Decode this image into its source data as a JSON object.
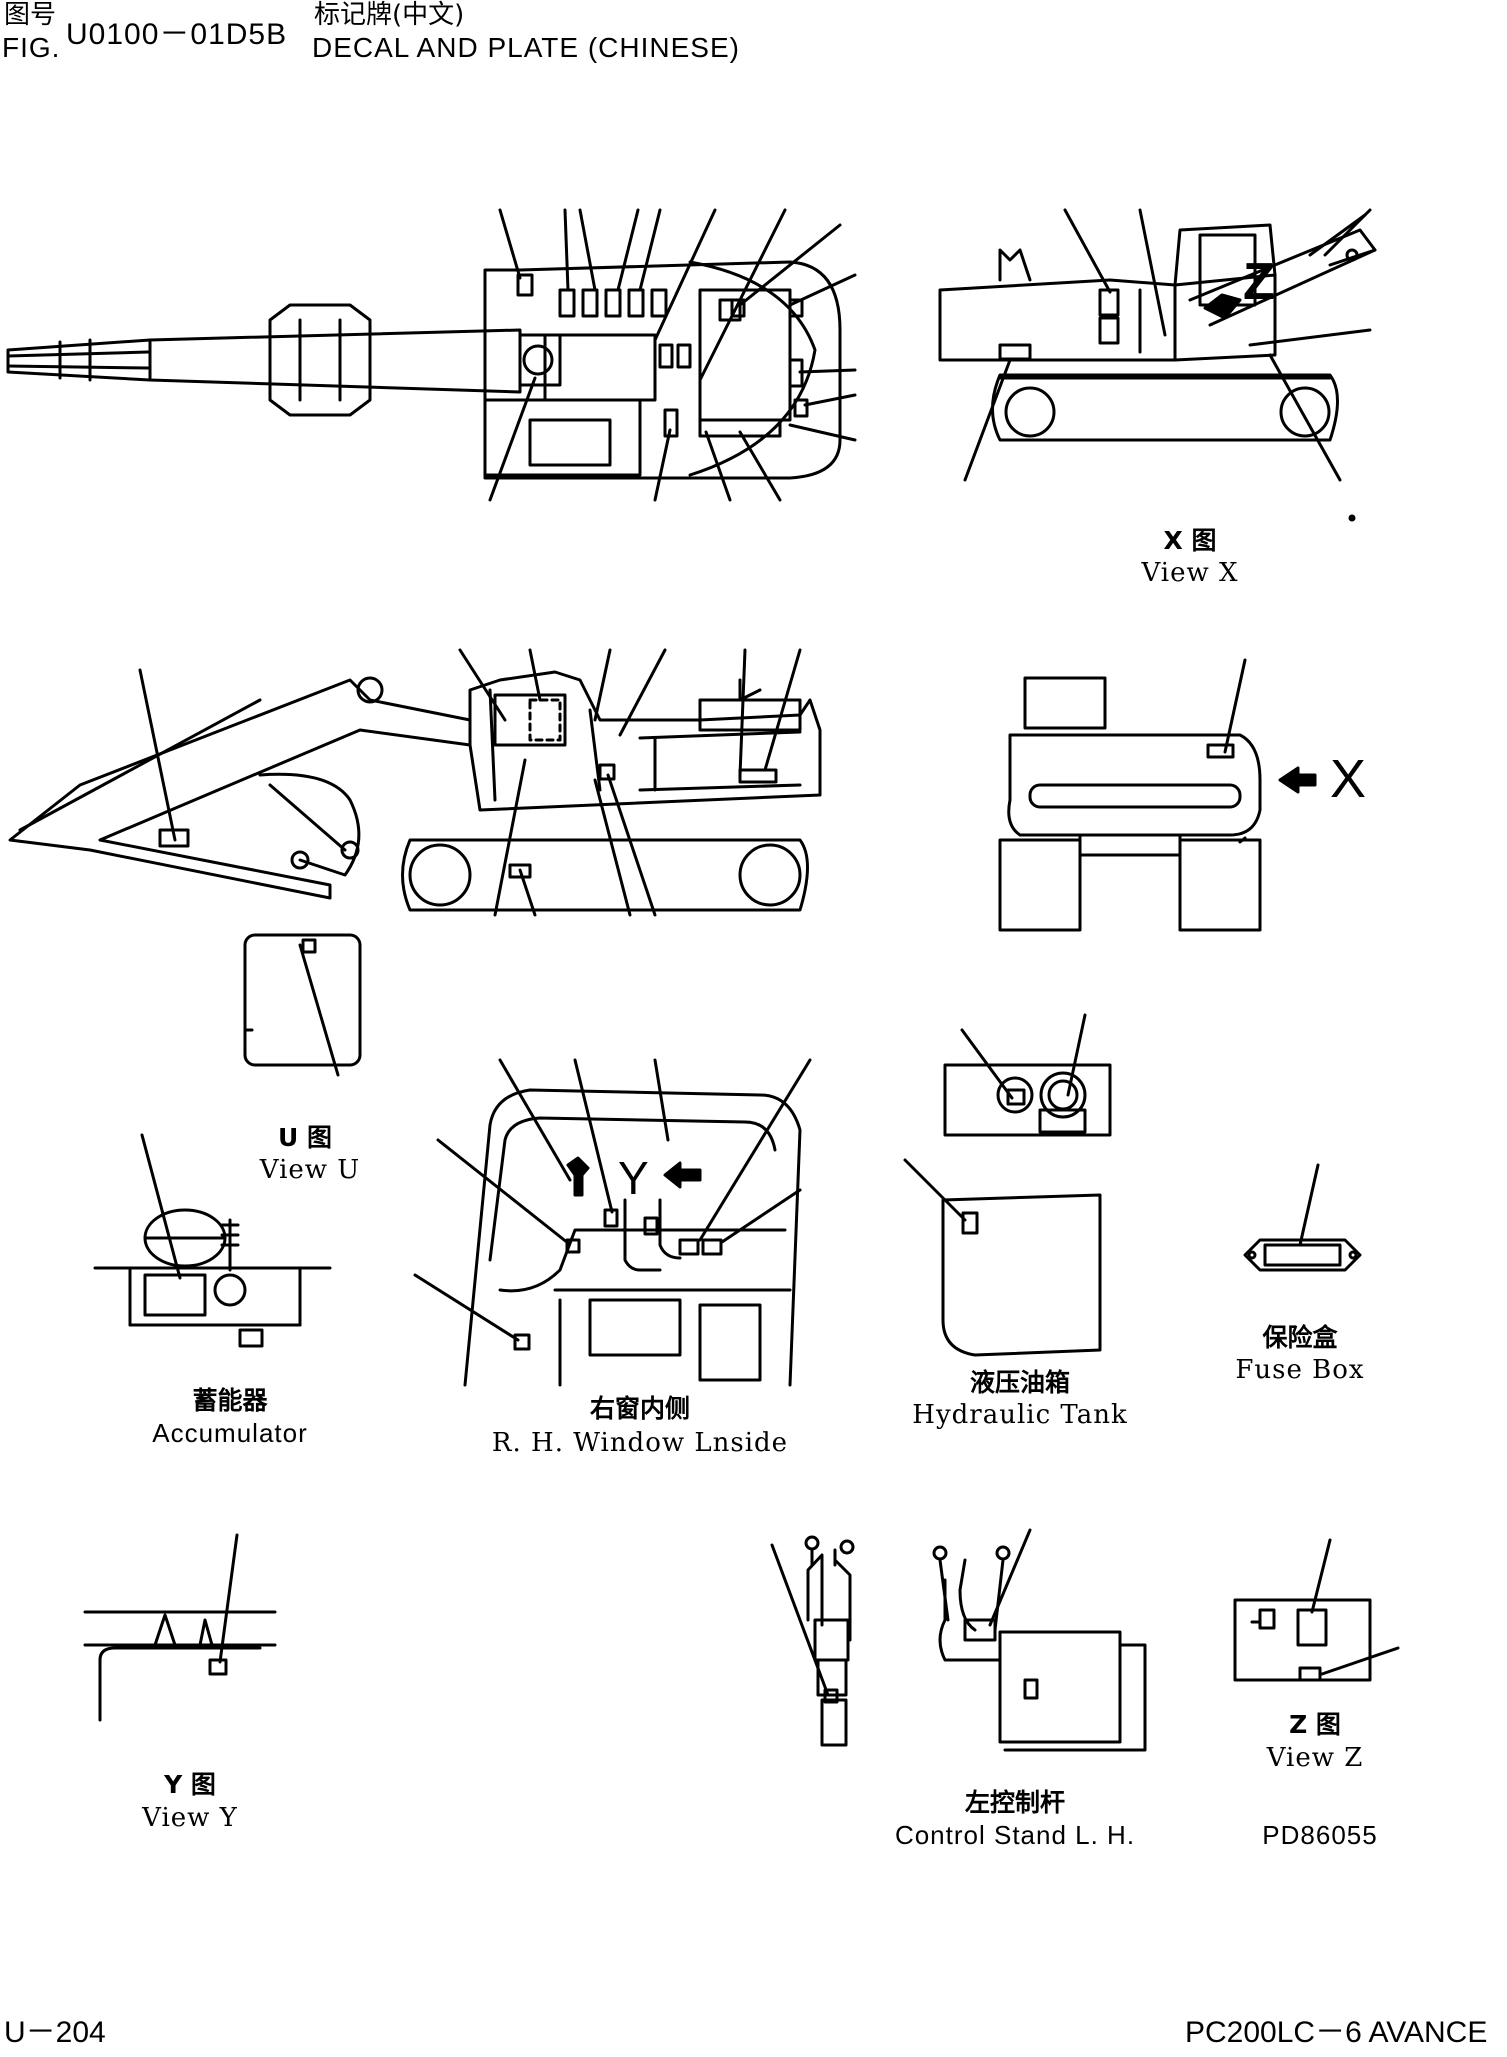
{
  "header": {
    "fig_label_cn": "图号",
    "fig_label_en": "FIG.",
    "fig_code": "U0100－01D5B",
    "title_cn": "标记牌(中文)",
    "title_en": "DECAL AND PLATE (CHINESE)"
  },
  "captions": {
    "view_x_cn": "X 图",
    "view_x_en": "View X",
    "view_u_cn": "U 图",
    "view_u_en": "View U",
    "accumulator_cn": "蓄能器",
    "accumulator_en": "Accumulator",
    "window_cn": "右窗内侧",
    "window_en": "R. H. Window Lnside",
    "hyd_tank_cn": "液压油箱",
    "hyd_tank_en": "Hydraulic Tank",
    "fuse_box_cn": "保险盒",
    "fuse_box_en": "Fuse Box",
    "view_y_cn": "Y 图",
    "view_y_en": "View Y",
    "control_stand_cn": "左控制杆",
    "control_stand_en": "Control Stand L. H.",
    "view_z_cn": "Z 图",
    "view_z_en": "View Z",
    "drawing_no": "PD86055"
  },
  "view_markers": {
    "z_letter": "Z",
    "x_letter": "X",
    "y_letter": "Y"
  },
  "footer": {
    "page_no": "U－204",
    "model": "PC200LC－6 AVANCE"
  }
}
